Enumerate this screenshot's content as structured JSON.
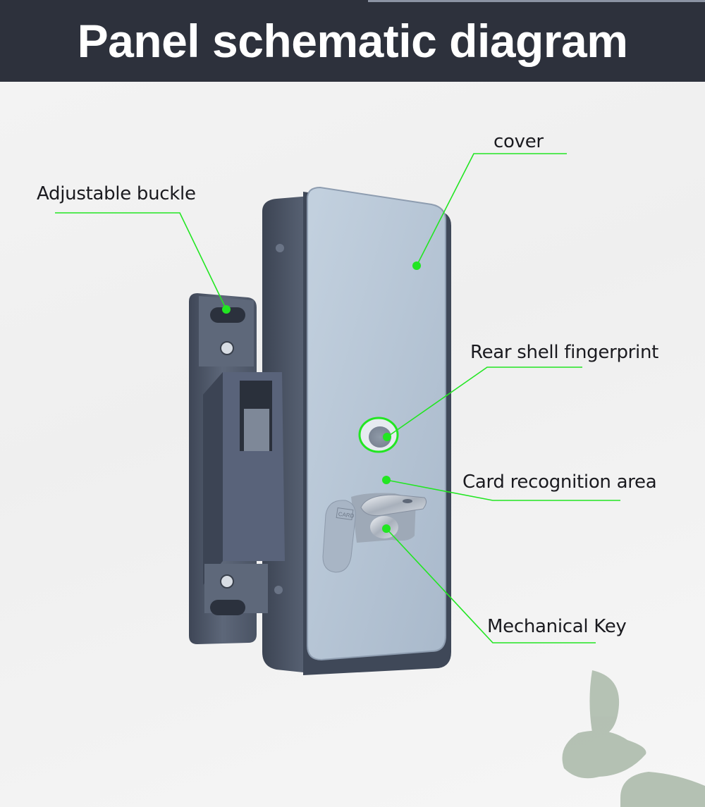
{
  "header": {
    "title": "Panel schematic diagram"
  },
  "colors": {
    "header_bg": "#2d313c",
    "callout_green": "#22e622",
    "cover_face": "#b9c8d8",
    "body_dark": "#4b5566"
  },
  "callouts": [
    {
      "id": "cover",
      "label": "cover"
    },
    {
      "id": "adjustable-buckle",
      "label": "Adjustable buckle"
    },
    {
      "id": "rear-shell-fingerprint",
      "label": "Rear shell fingerprint"
    },
    {
      "id": "card-recognition-area",
      "label": "Card recognition area"
    },
    {
      "id": "mechanical-key",
      "label": "Mechanical Key"
    }
  ],
  "product": {
    "card_tab_text": "CARD"
  }
}
